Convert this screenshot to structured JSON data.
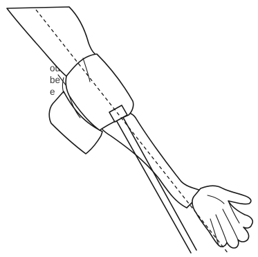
{
  "figure": {
    "side_text_lines": [
      "our",
      "be",
      "e"
    ]
  }
}
